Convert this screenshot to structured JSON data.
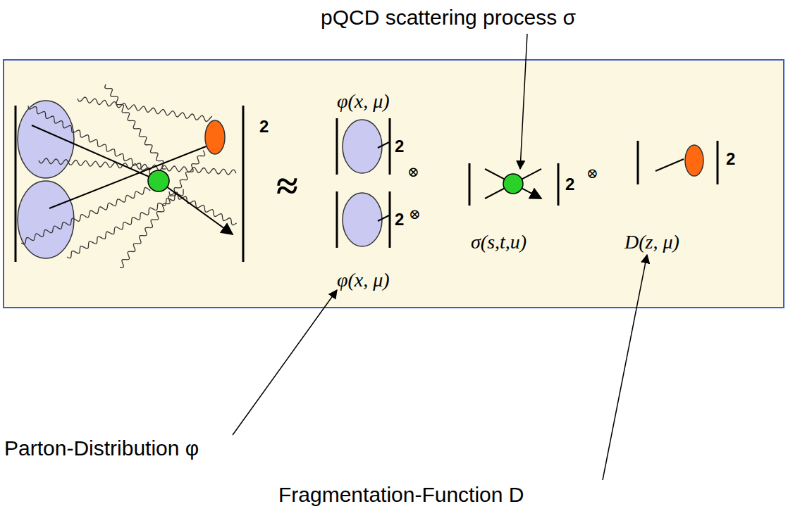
{
  "diagram": {
    "labels": [
      "pQCD scattering process σ",
      "2",
      "≈",
      "φ(x, μ)",
      "2",
      "⊗",
      "2",
      "⊗",
      "σ(s,t,u)",
      "2",
      "⊗",
      "D(z, μ)",
      "2",
      "φ(x, μ)",
      "Parton-Distribution φ",
      "Fragmentation-Function D"
    ]
  }
}
